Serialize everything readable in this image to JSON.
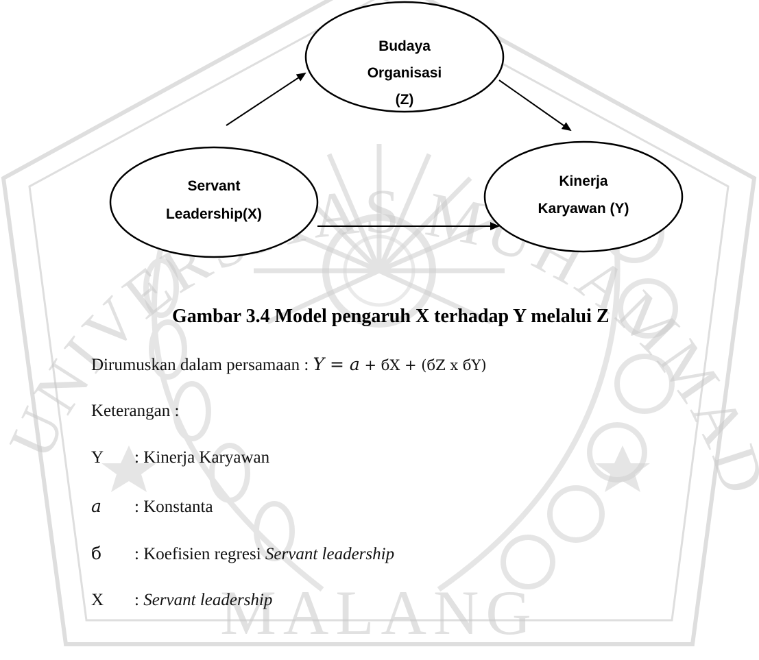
{
  "diagram": {
    "nodes": {
      "z": [
        "Budaya",
        "Organisasi",
        "(Z)"
      ],
      "x": [
        "Servant",
        "Leadership(X)"
      ],
      "y": [
        "Kinerja",
        "Karyawan (Y)"
      ]
    },
    "edges": [
      {
        "from": "x",
        "to": "z"
      },
      {
        "from": "z",
        "to": "y"
      },
      {
        "from": "x",
        "to": "y"
      }
    ]
  },
  "caption": "Gambar 3.4 Model pengaruh X terhadap Y melalui Z",
  "equation": {
    "prefix": "Dirumuskan dalam persamaan : ",
    "lhs": "Y",
    "eq": " = ",
    "a": "a",
    "rhs": " + бX + (бZ x бY)"
  },
  "keterangan_label": "Keterangan :",
  "definitions": [
    {
      "term": "Y",
      "desc": ": Kinerja Karyawan",
      "desc_italic": ""
    },
    {
      "term": "a",
      "desc": ": Konstanta",
      "desc_italic": ""
    },
    {
      "term": "б",
      "desc": ": Koefisien regresi ",
      "desc_italic": "Servant leadership"
    },
    {
      "term": "X",
      "desc": ": ",
      "desc_italic": "Servant leadership"
    }
  ],
  "watermark": {
    "text_top": "UNIVERSITAS MUHAMMADIYAH",
    "text_bottom": "MALANG",
    "color": "#bdbdbd"
  }
}
